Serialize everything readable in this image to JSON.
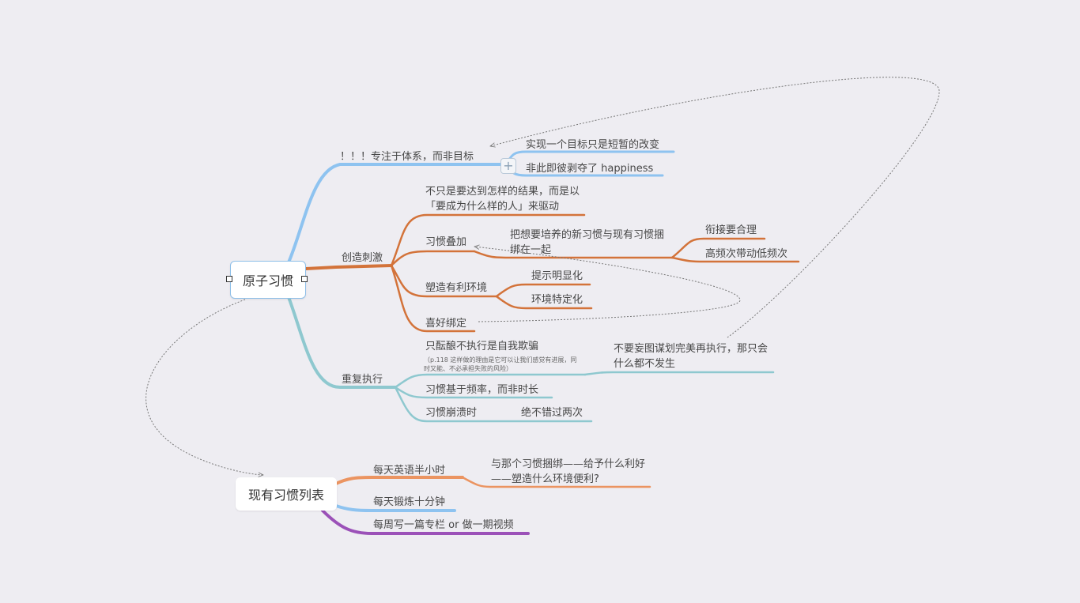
{
  "colors": {
    "blue": "#8ec3f0",
    "orange": "#d3733a",
    "teal": "#8ec8cf",
    "salmon": "#eb9461",
    "purple": "#9b51b8",
    "background": "#eeedf2"
  },
  "root1": {
    "label": "原子习惯"
  },
  "branch_focus": {
    "label": "！！！专注于体系，而非目标",
    "children": [
      "实现一个目标只是短暂的改变",
      "非此即彼剥夺了 happiness"
    ]
  },
  "branch_create": {
    "label": "创造刺激",
    "c1": "不只是要达到怎样的结果，而是以「要成为什么样的人」来驱动",
    "c2": "习惯叠加",
    "c2_child": "把想要培养的新习惯与现有习惯捆绑在一起",
    "c2_grand": [
      "衔接要合理",
      "高频次带动低频次"
    ],
    "c3": "塑造有利环境",
    "c3_children": [
      "提示明显化",
      "环境特定化"
    ],
    "c4": "喜好绑定"
  },
  "branch_repeat": {
    "label": "重复执行",
    "c1": "只酝酿不执行是自我欺骗",
    "c1_note": "（p.118 这样做的理由是它可以让我们感觉有进展，同时又能、不必承担失败的风险）",
    "c1_child": "不要妄图谋划完美再执行，那只会什么都不发生",
    "c2": "习惯基于频率，而非时长",
    "c3": "习惯崩溃时",
    "c3_child": "绝不错过两次"
  },
  "root2": {
    "label": "现有习惯列表",
    "items": [
      "每天英语半小时",
      "每天锻炼十分钟",
      "每周写一篇专栏 or 做一期视频"
    ],
    "item1_child": "与那个习惯捆绑——给予什么利好——塑造什么环境便利?"
  }
}
